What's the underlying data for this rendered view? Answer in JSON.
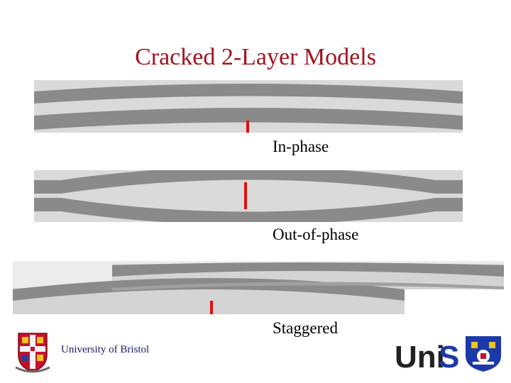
{
  "title": "Cracked 2-Layer Models",
  "panels": [
    {
      "label": "In-phase"
    },
    {
      "label": "Out-of-phase"
    },
    {
      "label": "Staggered"
    }
  ],
  "footer": {
    "institution": "University of Bristol",
    "right_logo_text": "UniS"
  },
  "colors": {
    "title": "#a3131f",
    "layer": "#8a8a8a",
    "background_band": "#d9d9d9",
    "crack": "#dd1111",
    "unis_text": "#222222",
    "unis_s": "#1b39a8"
  }
}
